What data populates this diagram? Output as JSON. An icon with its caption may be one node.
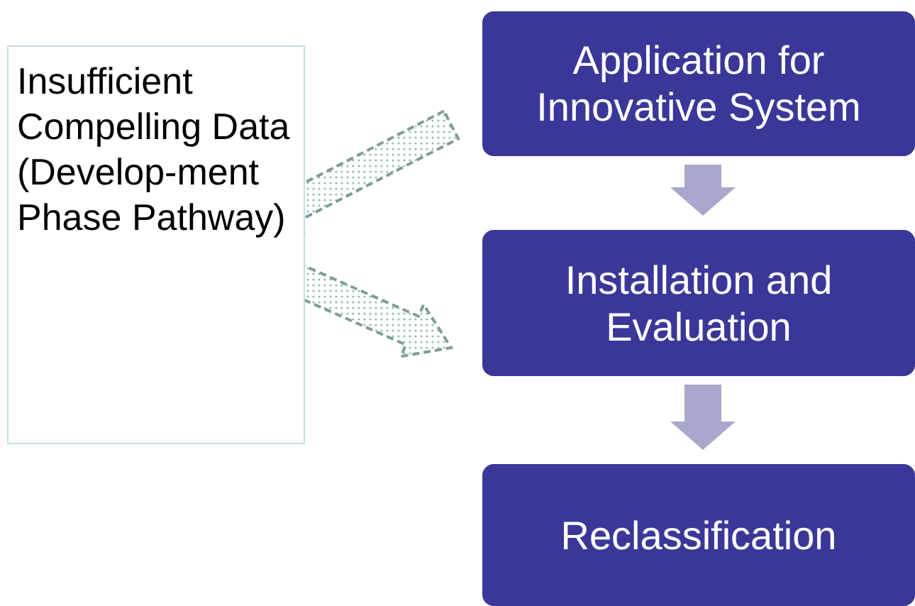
{
  "diagram": {
    "nodes": [
      {
        "text": [
          "Insufficient Compelling Data (Develop-ment Phase Pathway)"
        ]
      },
      {
        "text": [
          "Application for Innovative System"
        ]
      },
      {
        "text": [
          "Installation and Evaluation"
        ]
      },
      {
        "text": [
          "Reclassification"
        ]
      }
    ],
    "edges": [
      {
        "from": 1,
        "to": 2,
        "arrow": "to"
      },
      {
        "from": 2,
        "to": 3,
        "arrow": "to"
      },
      {
        "from": 1,
        "to": 0,
        "arrow": "to",
        "style": "dashed"
      },
      {
        "from": 0,
        "to": 2,
        "arrow": "to",
        "style": "dashed"
      }
    ]
  }
}
